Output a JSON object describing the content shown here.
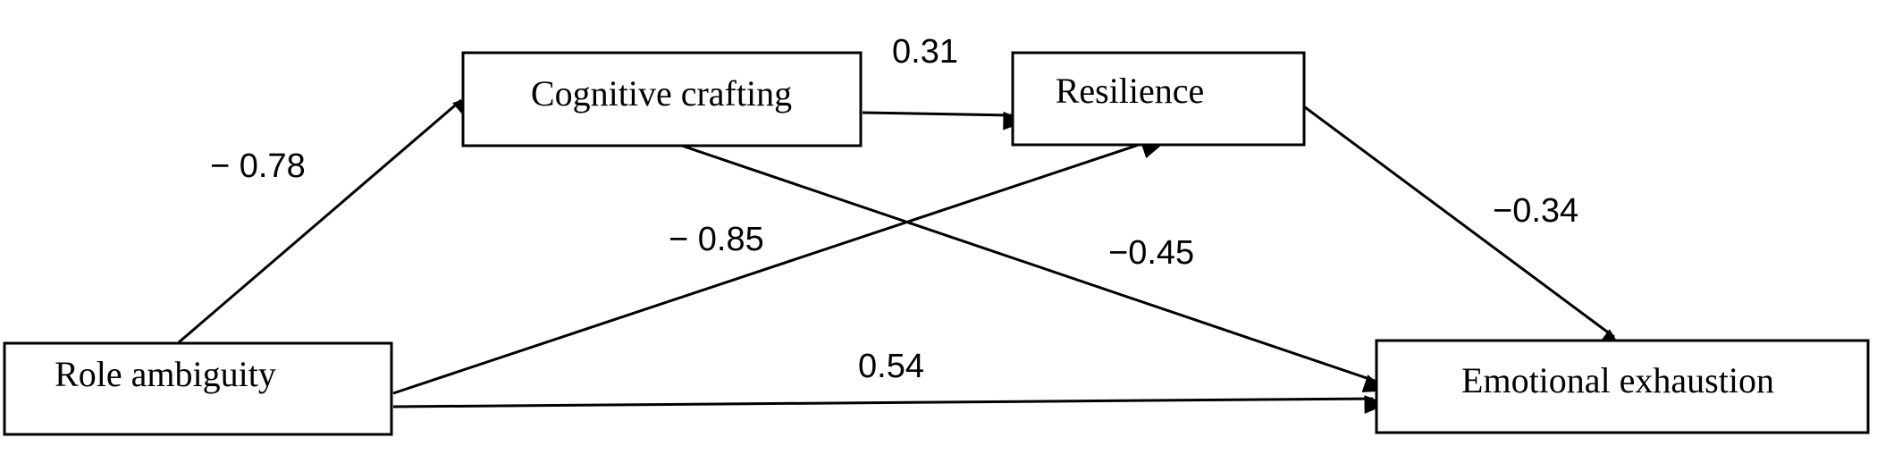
{
  "nodes": {
    "role_ambiguity": "Role ambiguity",
    "cognitive_crafting": "Cognitive crafting",
    "resilience": "Resilience",
    "emotional_exhaustion": "Emotional exhaustion"
  },
  "paths": {
    "role_to_cognitive": "− 0.78",
    "cognitive_to_resilience": "0.31",
    "role_to_resilience": "− 0.85",
    "cognitive_to_exhaustion": "−0.45",
    "resilience_to_exhaustion": "−0.34",
    "role_to_exhaustion": "0.54"
  }
}
